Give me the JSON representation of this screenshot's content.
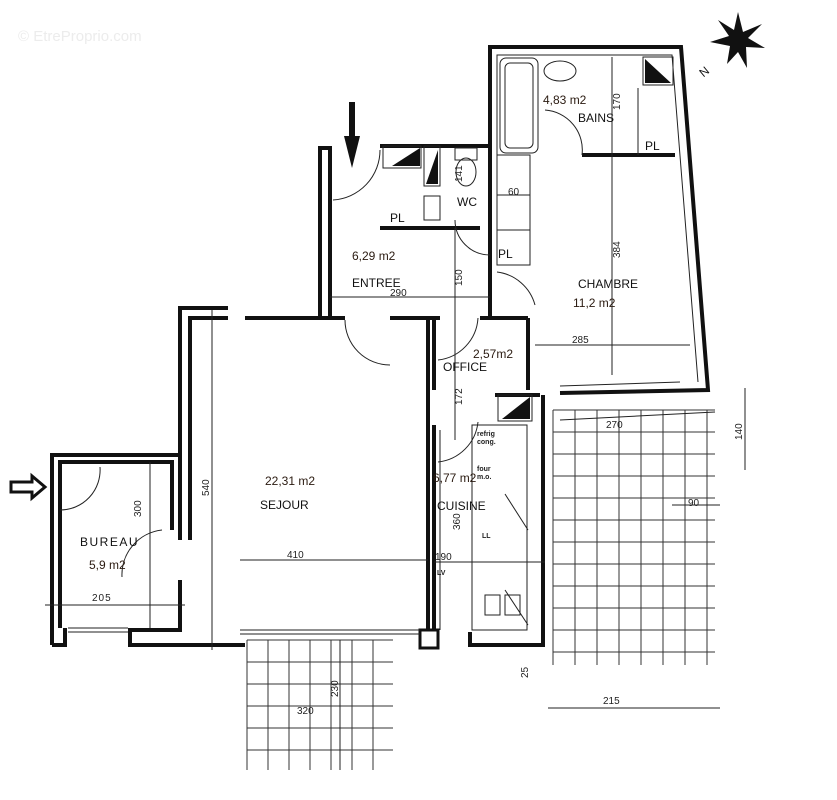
{
  "watermark": "© EtreProprio.com",
  "compass": {
    "north_label": "N",
    "icon": "compass-star-icon"
  },
  "rooms": {
    "bains": {
      "name": "BAINS",
      "area": "4,83 m2"
    },
    "wc": {
      "name": "WC"
    },
    "entree": {
      "name": "ENTREE",
      "area": "6,29 m2"
    },
    "chambre": {
      "name": "CHAMBRE",
      "area": "11,2 m2"
    },
    "office": {
      "name": "OFFICE",
      "area": "2,57m2"
    },
    "cuisine": {
      "name": "CUISINE",
      "area": "6,77 m2"
    },
    "sejour": {
      "name": "SEJOUR",
      "area": "22,31 m2"
    },
    "bureau": {
      "name": "BUREAU",
      "area": "5,9 m2"
    }
  },
  "fixtures": {
    "pl": "PL",
    "refrig": "refrig",
    "cong": "cong.",
    "four": "four",
    "mo": "m.o.",
    "ll": "LL",
    "lv": "LV"
  },
  "dimensions": {
    "d170": "170",
    "d141": "141",
    "d60": "60",
    "d384": "384",
    "d290": "290",
    "d150": "150",
    "d285": "285",
    "d172": "172",
    "d270": "270",
    "d140": "140",
    "d90": "90",
    "d360": "360",
    "d190": "190",
    "d410": "410",
    "d540": "540",
    "d300": "300",
    "d205": "205",
    "d230": "230",
    "d320": "320",
    "d25": "25",
    "d215": "215"
  }
}
